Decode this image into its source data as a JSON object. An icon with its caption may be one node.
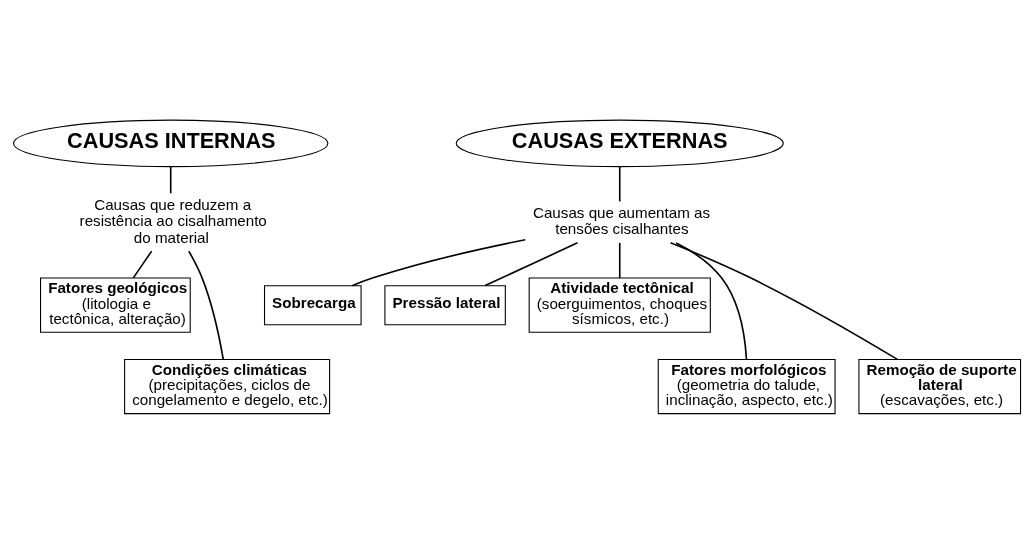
{
  "diagram": {
    "nodes": [
      {
        "text": [
          "CAUSAS INTERNAS"
        ]
      },
      {
        "text": [
          "Causas que reduzem a resistência ao cisalhamento do material"
        ]
      },
      {
        "text": [
          "Fatores geológicos",
          "(litologia e tectônica, alteração)"
        ]
      },
      {
        "text": [
          "Condições climáticas",
          "(precipitações, ciclos de congelamento e degelo, etc.)"
        ]
      },
      {
        "text": [
          "CAUSAS EXTERNAS"
        ]
      },
      {
        "text": [
          "Causas que aumentam as tensões cisalhantes"
        ]
      },
      {
        "text": [
          "Sobrecarga"
        ]
      },
      {
        "text": [
          "Pressão lateral"
        ]
      },
      {
        "text": [
          "Atividade tectônical",
          "(soerguimentos, choques sísmicos, etc.)"
        ]
      },
      {
        "text": [
          "Fatores morfológicos",
          "(geometria do talude, inclinação, aspecto, etc.)"
        ]
      },
      {
        "text": [
          "Remoção de suporte lateral",
          "(escavações, etc.)"
        ]
      }
    ],
    "edges": [
      {
        "from": 0,
        "to": 1,
        "arrow": "none"
      },
      {
        "from": 1,
        "to": 2,
        "arrow": "none"
      },
      {
        "from": 1,
        "to": 3,
        "arrow": "none"
      },
      {
        "from": 4,
        "to": 5,
        "arrow": "none"
      },
      {
        "from": 5,
        "to": 6,
        "arrow": "none"
      },
      {
        "from": 5,
        "to": 7,
        "arrow": "none"
      },
      {
        "from": 5,
        "to": 8,
        "arrow": "none"
      },
      {
        "from": 5,
        "to": 9,
        "arrow": "none"
      },
      {
        "from": 5,
        "to": 10,
        "arrow": "none"
      }
    ]
  }
}
